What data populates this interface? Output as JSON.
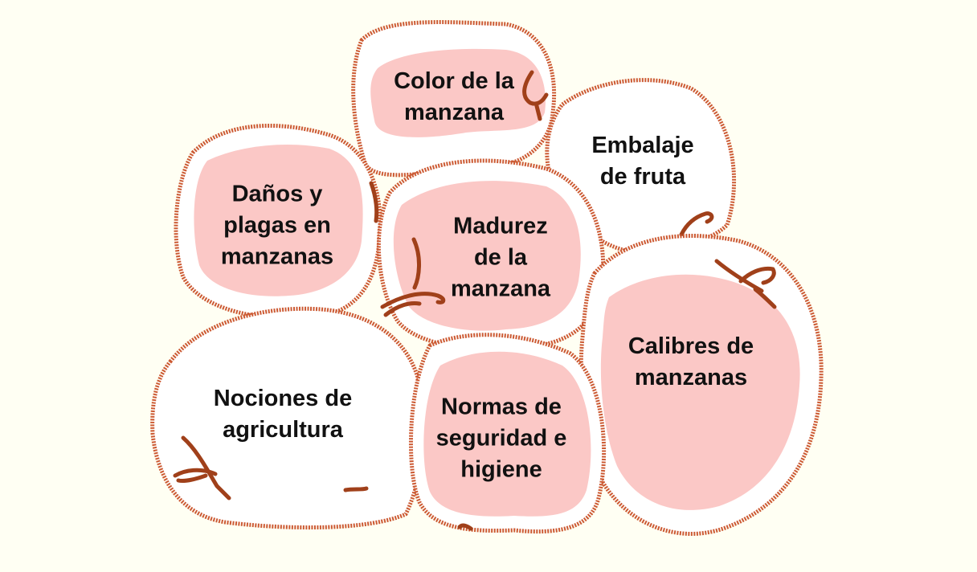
{
  "colors": {
    "background": "#fffff3",
    "outline": "#cc5a33",
    "fill_light": "#ffffff",
    "fill_pink": "#fbc8c6",
    "stem": "#a0401a"
  },
  "apples": [
    {
      "id": "color",
      "label": "Color de la\nmanzana",
      "icon": "apple-icon"
    },
    {
      "id": "embalaje",
      "label": "Embalaje\nde fruta",
      "icon": "apple-icon"
    },
    {
      "id": "danos",
      "label": "Daños  y\nplagas en\nmanzanas",
      "icon": "apple-icon"
    },
    {
      "id": "madurez",
      "label": "Madurez\nde la\nmanzana",
      "icon": "apple-icon"
    },
    {
      "id": "calibres",
      "label": "Calibres de\nmanzanas",
      "icon": "apple-icon"
    },
    {
      "id": "nociones",
      "label": "Nociones de\nagricultura",
      "icon": "apple-icon"
    },
    {
      "id": "normas",
      "label": "Normas de\nseguridad e\nhigiene",
      "icon": "apple-icon"
    }
  ]
}
